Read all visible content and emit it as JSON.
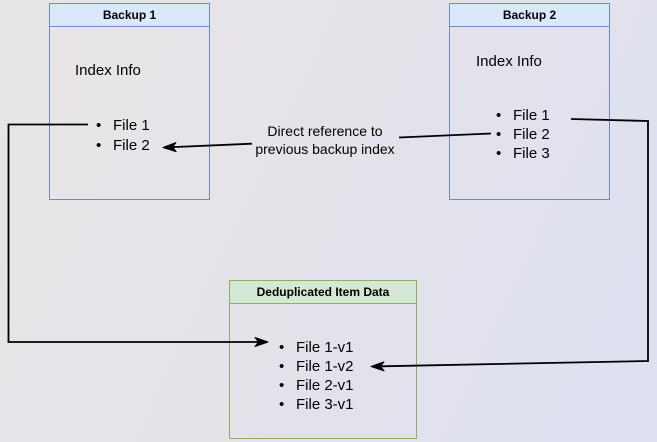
{
  "backup1": {
    "title": "Backup 1",
    "heading": "Index Info",
    "files": [
      "File 1",
      "File 2"
    ]
  },
  "backup2": {
    "title": "Backup 2",
    "heading": "Index Info",
    "files": [
      "File 1",
      "File 2",
      "File 3"
    ]
  },
  "dedup": {
    "title": "Deduplicated Item Data",
    "files": [
      "File 1-v1",
      "File 1-v2",
      "File 2-v1",
      "File 3-v1"
    ]
  },
  "annotation": "Direct reference to previous backup index",
  "colors": {
    "blue_fill": "#dae8fc",
    "blue_border": "#6c8ebf",
    "green_fill": "#d5e8d4",
    "green_border": "#82b366",
    "arrow_color": "#000000",
    "bg_top_left": "#e8e6e5",
    "bg_bottom_right": "#dee0f1"
  }
}
